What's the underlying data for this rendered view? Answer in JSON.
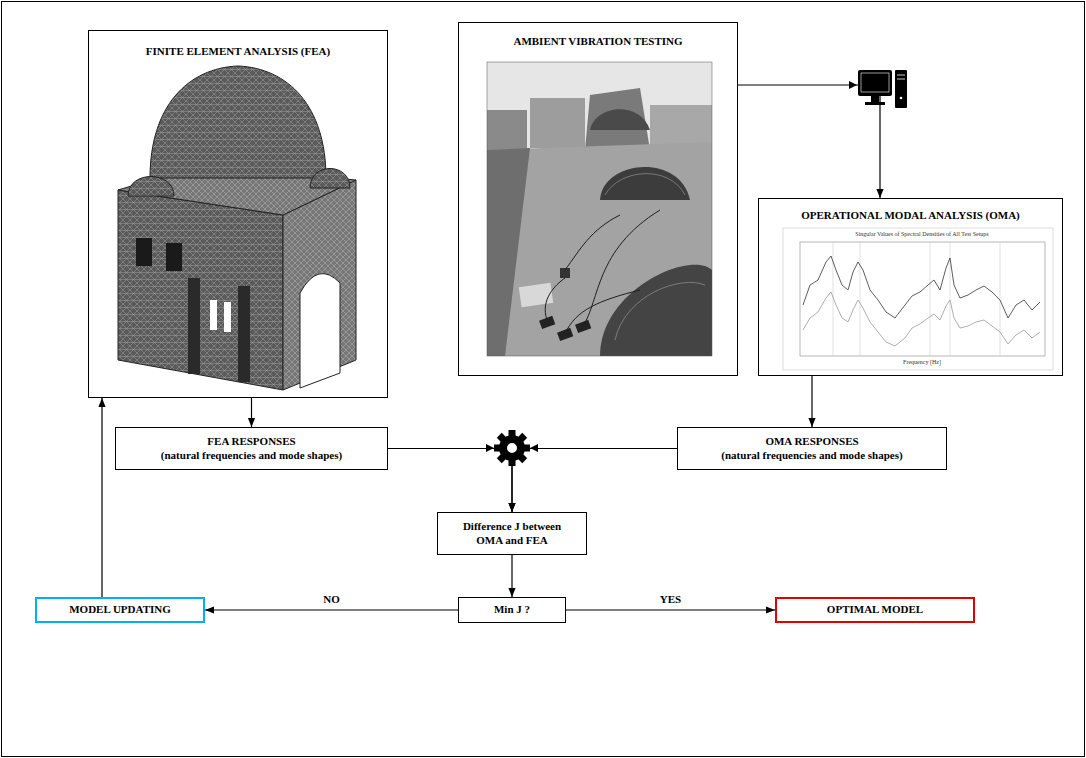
{
  "diagram": {
    "nodes": [
      {
        "text": [
          "FINITE ELEMENT ANALYSIS (FEA)"
        ]
      },
      {
        "text": [
          "AMBIENT VIBRATION TESTING"
        ]
      },
      {
        "text": [
          "OPERATIONAL MODAL ANALYSIS (OMA)"
        ]
      },
      {
        "text": [
          "FEA RESPONSES",
          "(natural frequencies and mode shapes)"
        ]
      },
      {
        "text": [
          "OMA RESPONSES",
          "(natural frequencies and mode shapes)"
        ]
      },
      {
        "text": [
          "Difference J between OMA and FEA"
        ]
      },
      {
        "text": [
          "Min J ?"
        ]
      },
      {
        "text": [
          "MODEL UPDATING"
        ]
      },
      {
        "text": [
          "OPTIMAL MODEL"
        ]
      }
    ],
    "edges": [
      {
        "from": 1,
        "to": 2,
        "arrow": "to"
      },
      {
        "from": 0,
        "to": 3,
        "arrow": "to"
      },
      {
        "from": 2,
        "to": 4,
        "arrow": "to"
      },
      {
        "from": 3,
        "to": 5,
        "arrow": "to"
      },
      {
        "from": 4,
        "to": 5,
        "arrow": "to"
      },
      {
        "from": 5,
        "to": 6,
        "arrow": "to"
      },
      {
        "from": 6,
        "to": 7,
        "label": "NO",
        "arrow": "to"
      },
      {
        "from": 6,
        "to": 8,
        "label": "YES",
        "arrow": "to"
      },
      {
        "from": 7,
        "to": 0,
        "arrow": "to"
      }
    ],
    "labels": [
      "Singular Values of Spectral Densities of All Test Setups",
      "Frequency [Hz]"
    ]
  }
}
